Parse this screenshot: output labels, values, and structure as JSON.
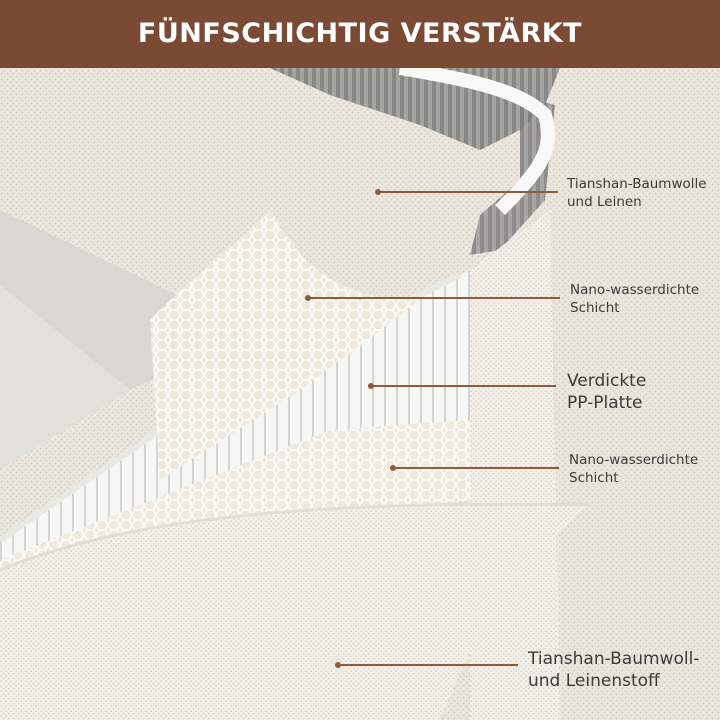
{
  "banner": {
    "title": "FÜNFSCHICHTIG VERSTÄRKT",
    "color": "#7a4a34"
  },
  "accent_color": "#8e5a3c",
  "layers": [
    {
      "line1": "Tianshan-Baumwolle",
      "line2": "und Leinen"
    },
    {
      "line1": "Nano-wasserdichte",
      "line2": "Schicht"
    },
    {
      "line1": "Verdickte",
      "line2": "PP-Platte"
    },
    {
      "line1": "Nano-wasserdichte",
      "line2": "Schicht"
    },
    {
      "line1": "Tianshan-Baumwoll-",
      "line2": "und Leinenstoff"
    }
  ]
}
